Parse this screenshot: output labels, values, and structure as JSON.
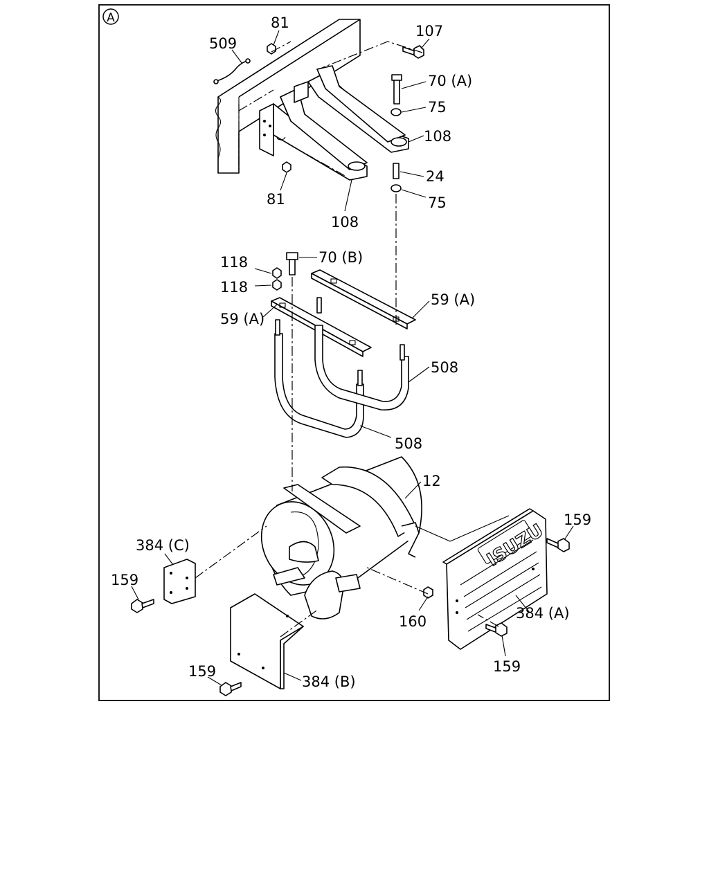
{
  "view_marker": "A",
  "brand_text": "ISUZU",
  "callouts": [
    {
      "id": "c509",
      "text": "509"
    },
    {
      "id": "c81a",
      "text": "81"
    },
    {
      "id": "c107",
      "text": "107"
    },
    {
      "id": "c70a",
      "text": "70 (A)"
    },
    {
      "id": "c75a",
      "text": "75"
    },
    {
      "id": "c108a",
      "text": "108"
    },
    {
      "id": "c24",
      "text": "24"
    },
    {
      "id": "c75b",
      "text": "75"
    },
    {
      "id": "c81b",
      "text": "81"
    },
    {
      "id": "c108b",
      "text": "108"
    },
    {
      "id": "c118a",
      "text": "118"
    },
    {
      "id": "c70b",
      "text": "70 (B)"
    },
    {
      "id": "c118b",
      "text": "118"
    },
    {
      "id": "c59a",
      "text": "59 (A)"
    },
    {
      "id": "c59b",
      "text": "59 (A)"
    },
    {
      "id": "c508a",
      "text": "508"
    },
    {
      "id": "c508b",
      "text": "508"
    },
    {
      "id": "c12",
      "text": "12"
    },
    {
      "id": "c159a",
      "text": "159"
    },
    {
      "id": "c384c",
      "text": "384 (C)"
    },
    {
      "id": "c159b",
      "text": "159"
    },
    {
      "id": "c160",
      "text": "160"
    },
    {
      "id": "c384a",
      "text": "384 (A)"
    },
    {
      "id": "c159c",
      "text": "159"
    },
    {
      "id": "c159d",
      "text": "159"
    },
    {
      "id": "c384b",
      "text": "384 (B)"
    }
  ]
}
